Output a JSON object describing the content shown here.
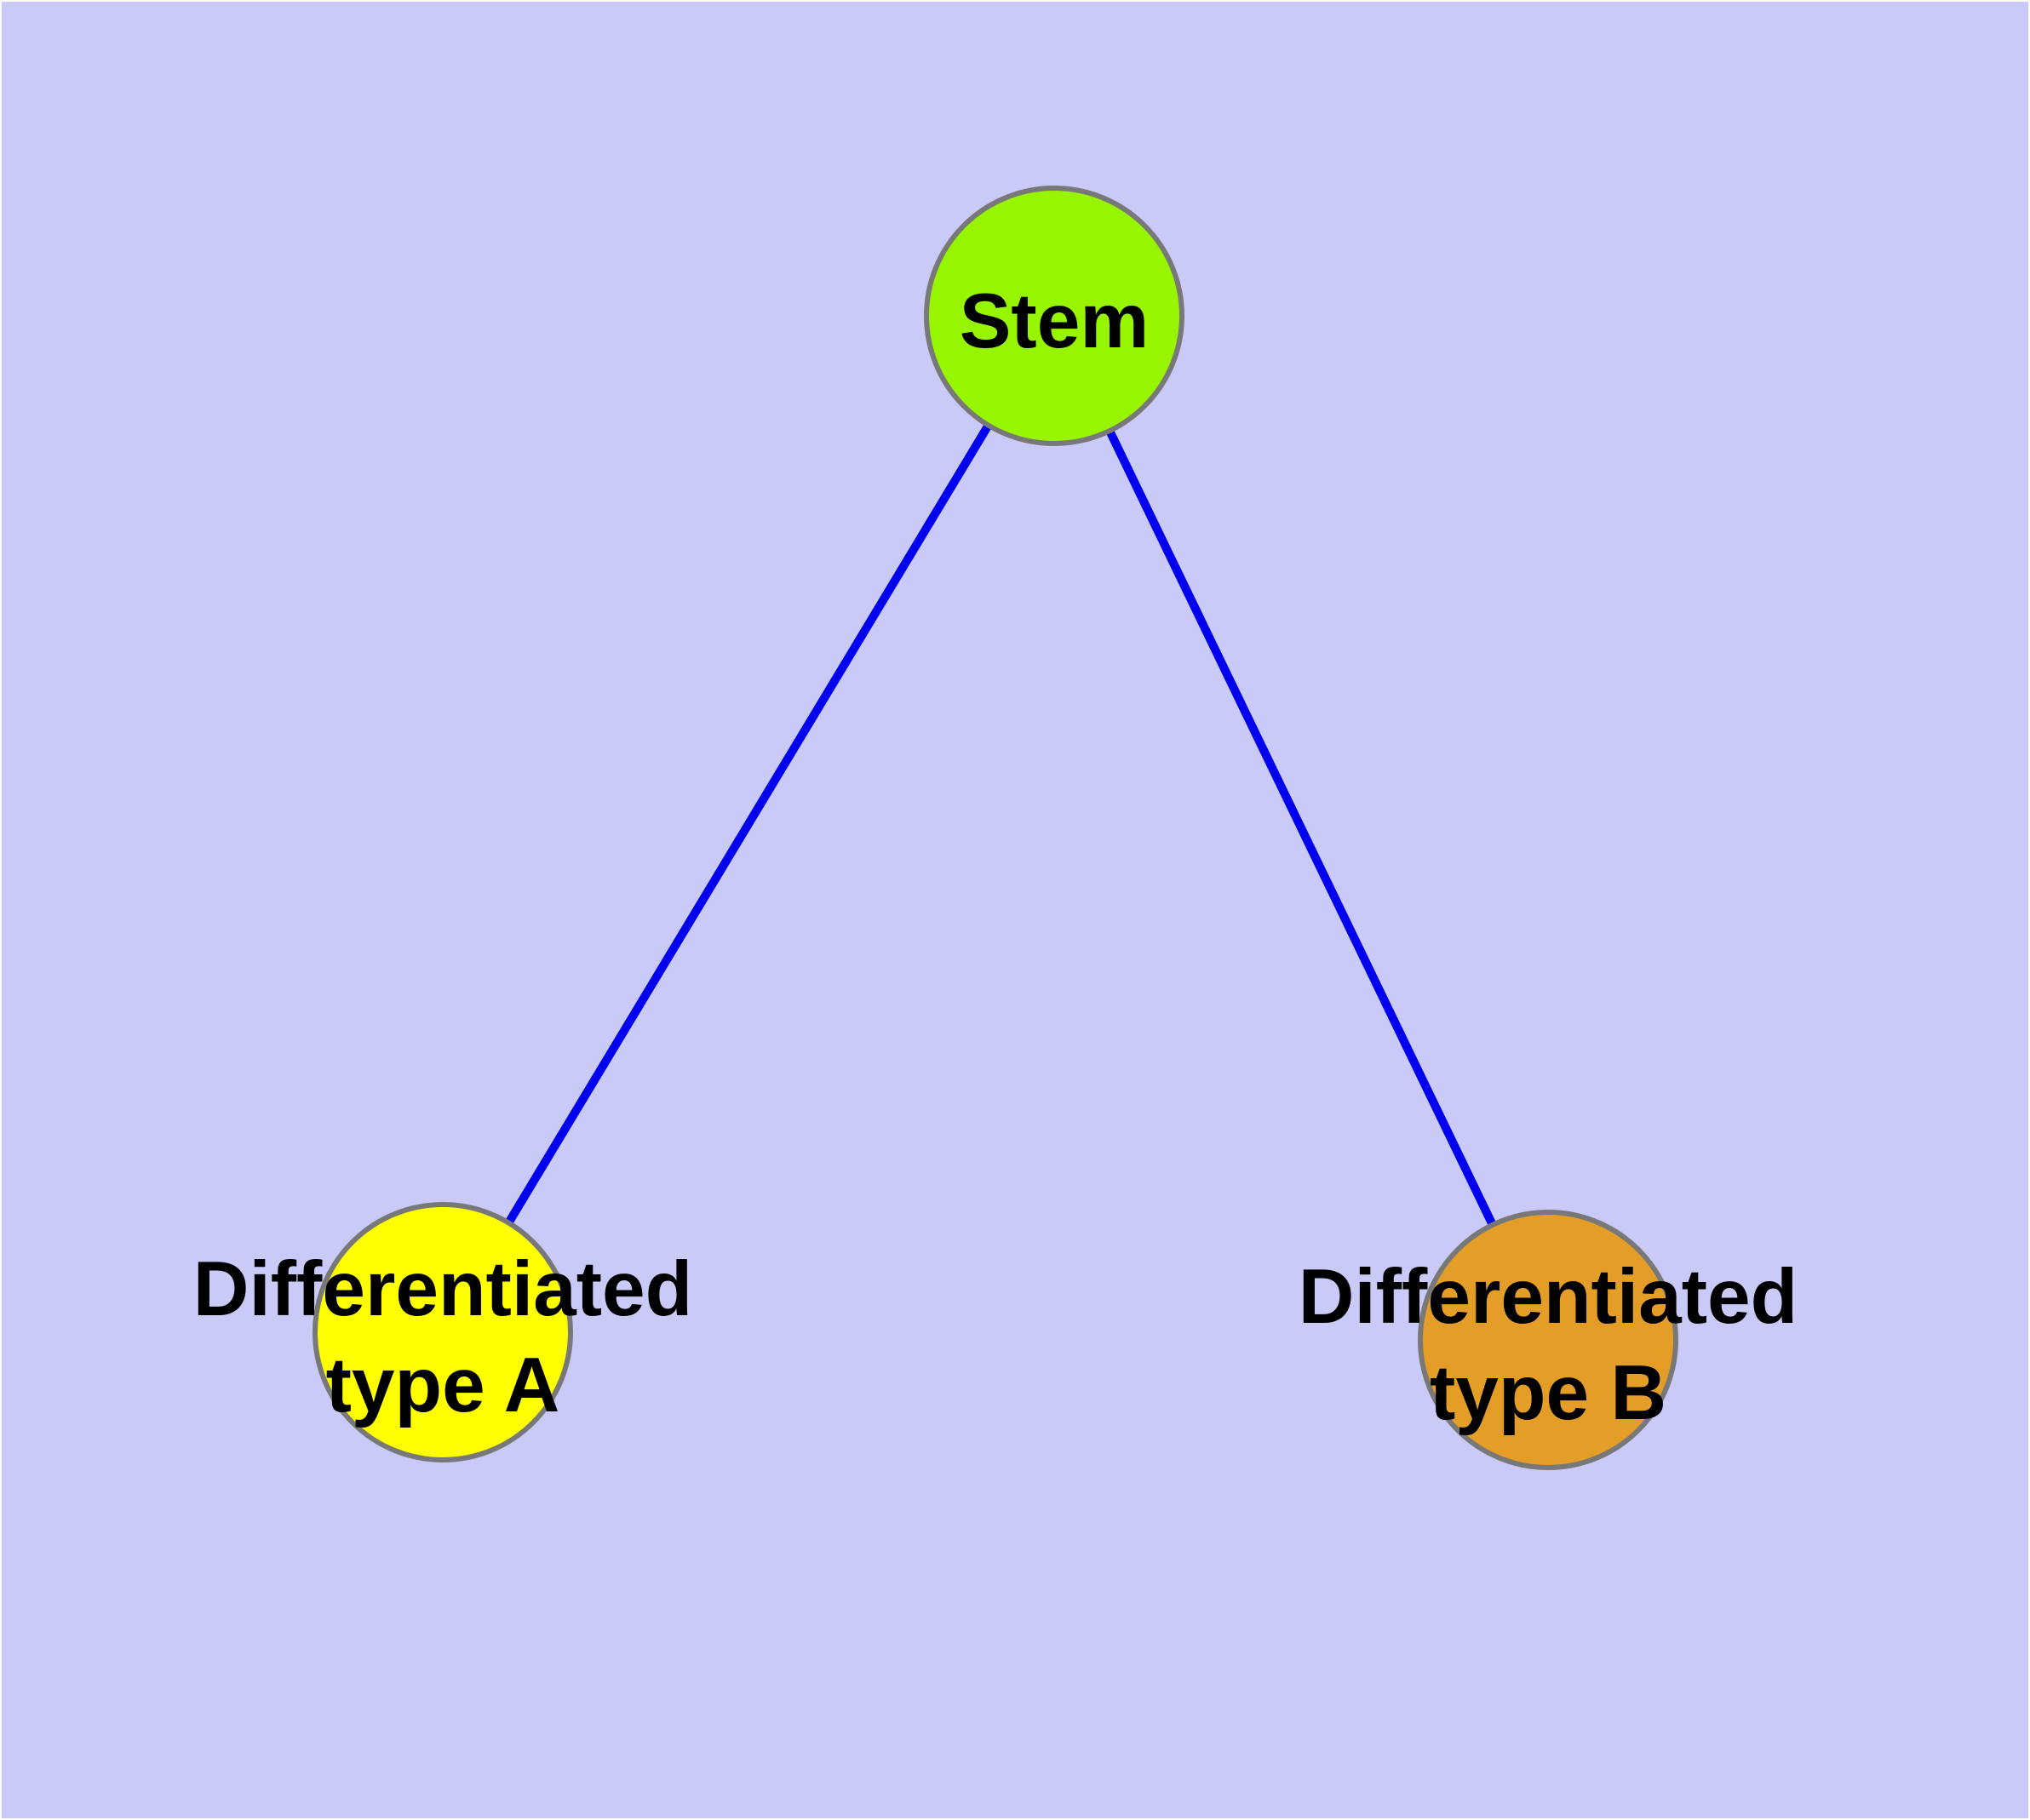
{
  "diagram": {
    "type": "node-link-graph",
    "background": "#CACAF8",
    "frame_color": "#FFFFFF",
    "edge_color": "#0000EE",
    "edge_width": "10",
    "node_border_color": "#787878",
    "nodes": {
      "stem": {
        "label": "Stem",
        "fill": "#98F500"
      },
      "type_a": {
        "label_line1": "Differentiated",
        "label_line2": "type A",
        "fill": "#FFFF00"
      },
      "type_b": {
        "label_line1": "Differentiated",
        "label_line2": "type B",
        "fill": "#E49E27"
      }
    },
    "edges": [
      {
        "from": "Stem",
        "to": "Differentiated type A"
      },
      {
        "from": "Stem",
        "to": "Differentiated type B"
      }
    ]
  }
}
